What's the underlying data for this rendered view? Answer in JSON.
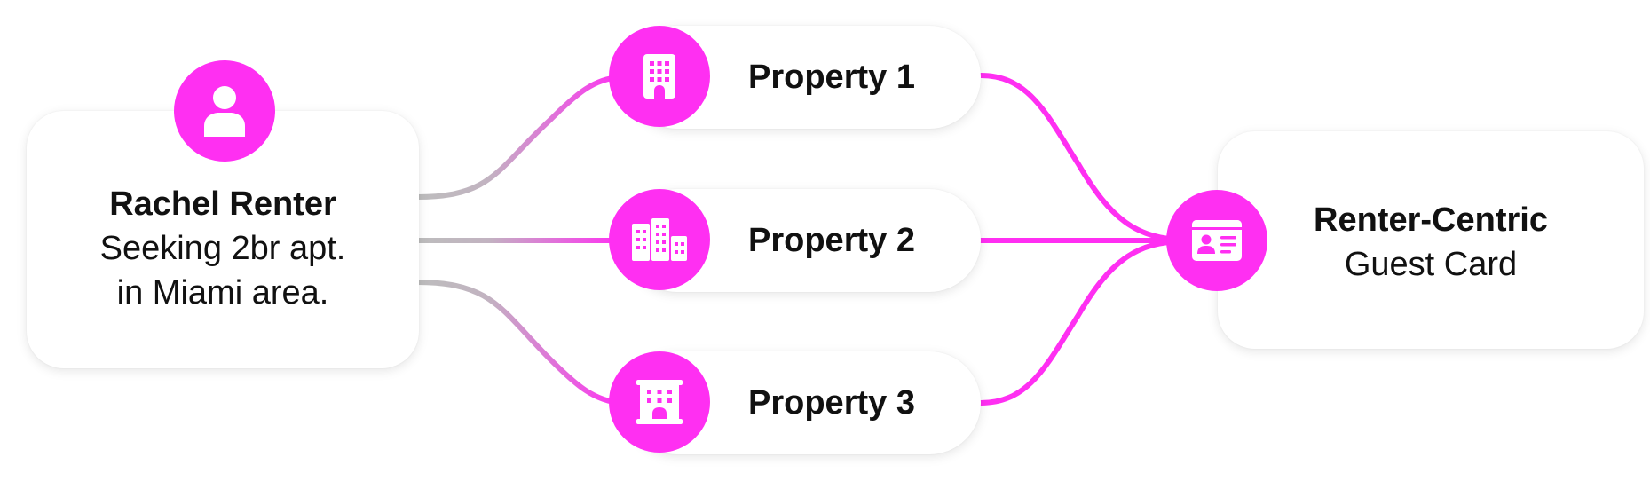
{
  "renter": {
    "name": "Rachel Renter",
    "line1": "Seeking 2br apt.",
    "line2": "in Miami area.",
    "icon": "person-icon"
  },
  "properties": [
    {
      "label": "Property 1",
      "icon": "building-icon"
    },
    {
      "label": "Property 2",
      "icon": "city-buildings-icon"
    },
    {
      "label": "Property 3",
      "icon": "apartment-block-icon"
    }
  ],
  "result": {
    "title": "Renter-Centric",
    "subtitle": "Guest Card",
    "icon": "id-card-icon"
  },
  "colors": {
    "accent": "#ff2ff2",
    "connector_gray": "#bdbdbd",
    "text": "#111111"
  }
}
